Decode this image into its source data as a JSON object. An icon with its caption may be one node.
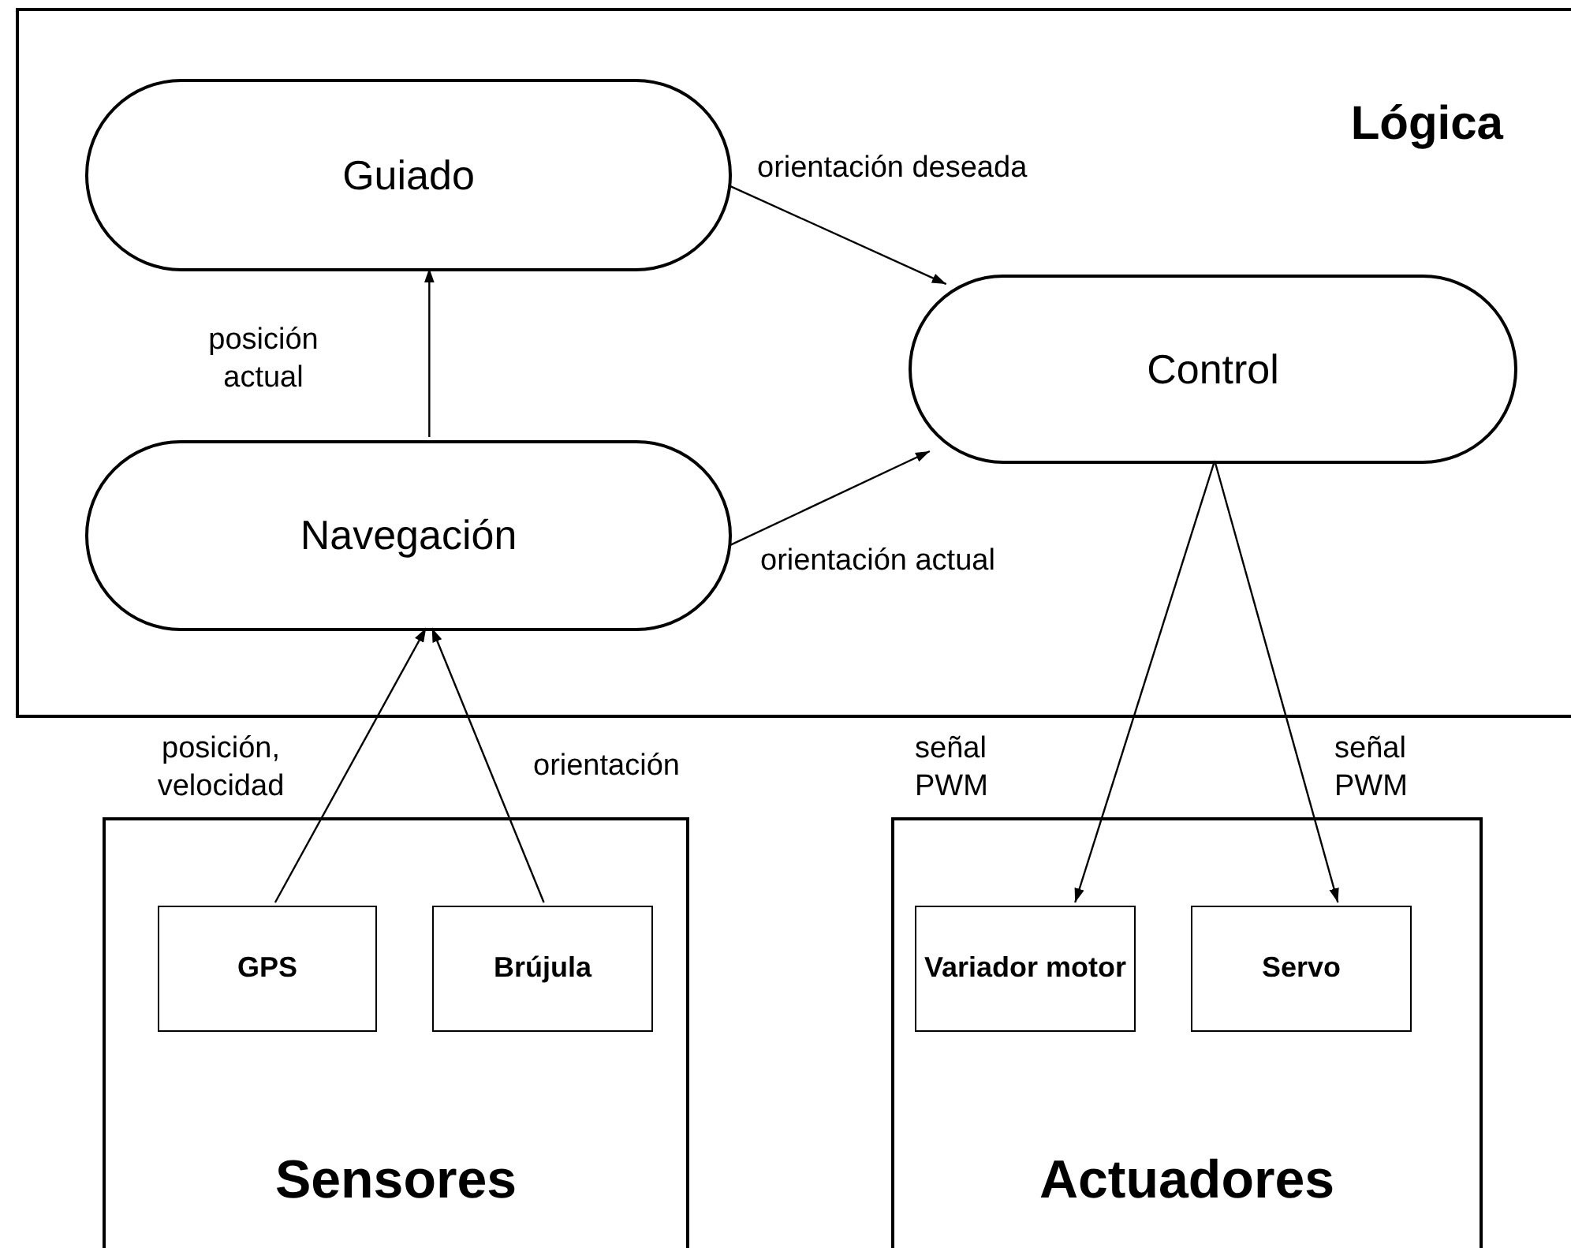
{
  "diagram": {
    "nodes": [
      {
        "text": [
          "Lógica"
        ]
      },
      {
        "text": [
          "Guiado"
        ],
        "in": 0
      },
      {
        "text": [
          "Control"
        ],
        "in": 0
      },
      {
        "text": [
          "Navegación"
        ],
        "in": 0
      },
      {
        "text": [
          "Sensores"
        ]
      },
      {
        "text": [
          "GPS"
        ],
        "in": 4
      },
      {
        "text": [
          "Brújula"
        ],
        "in": 4
      },
      {
        "text": [
          "Actuadores"
        ]
      },
      {
        "text": [
          "Variador motor"
        ],
        "in": 7
      },
      {
        "text": [
          "Servo"
        ],
        "in": 7
      }
    ],
    "edges": [
      {
        "from": 3,
        "to": 1,
        "arrow": "to",
        "label": "posición actual"
      },
      {
        "from": 1,
        "to": 2,
        "arrow": "to",
        "label": "orientación deseada"
      },
      {
        "from": 3,
        "to": 2,
        "arrow": "to",
        "label": "orientación actual"
      },
      {
        "from": 5,
        "to": 3,
        "arrow": "to",
        "label": "posición, velocidad"
      },
      {
        "from": 6,
        "to": 3,
        "arrow": "to",
        "label": "orientación"
      },
      {
        "from": 2,
        "to": 8,
        "arrow": "to",
        "label": "señal PWM"
      },
      {
        "from": 2,
        "to": 9,
        "arrow": "to",
        "label": "señal PWM"
      }
    ]
  }
}
